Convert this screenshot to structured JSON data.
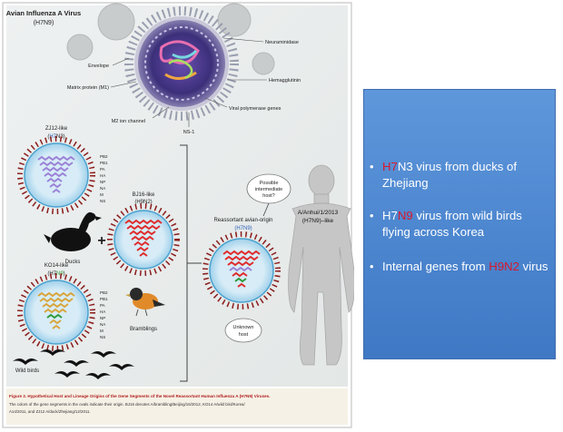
{
  "figure": {
    "title_line1": "Avian Influenza A Virus",
    "title_line2": "(H7N9)",
    "virion_labels": {
      "neuraminidase": "Neuraminidase",
      "envelope": "Envelope",
      "hemagglutinin": "Hemagglutinin",
      "matrix_protein": "Matrix protein (M1)",
      "m2_ion_channel": "M2 ion channel",
      "viral_polymerase_genes": "Viral polymerase genes",
      "ns1": "NS-1"
    },
    "zj12_line1": "ZJ12-like",
    "zj12_line2_pre": "(",
    "zj12_line2_h": "H7",
    "zj12_line2_n": "N3",
    "zj12_line2_post": ")",
    "gene_labels": [
      "PB2",
      "PB1",
      "PA",
      "HA",
      "NP",
      "NA",
      "M",
      "NS"
    ],
    "ducks": "Ducks",
    "bj16_line1": "BJ16-like",
    "bj16_line2": "(H9N2)",
    "plus": "+",
    "ko14_line1": "KO14-like",
    "ko14_line2_pre": "(",
    "ko14_line2_h": "H7",
    "ko14_line2_n": "N9",
    "ko14_line2_post": ")",
    "bramblings": "Bramblings",
    "wild_birds": "Wild birds",
    "reassortant_line1": "Reassortant avian-origin",
    "reassortant_line2": "(H7N9)",
    "possible_host_lines": [
      "Possible",
      "intermediate",
      "host?"
    ],
    "anhui_line1": "A/Anhui/1/2013",
    "anhui_line2": "(H7N9)–like",
    "unknown_host_lines": [
      "Unknown",
      "host"
    ],
    "caption_title": "Figure 2. Hypothetical Host and Lineage Origins of the Gene Segments of the Novel Reassortant Human Influenza A (H7N9) Viruses.",
    "caption_lines": [
      "The colors of the gene segments in the ovals indicate their origin. BJ16 denotes A/brambling/Beijing/16/2012, KO14 A/wild bird/Korea/",
      "A14/2011, and ZJ12 A/duck/Zhejiang/12/2011."
    ]
  },
  "panel": {
    "bullets": [
      {
        "pre": "",
        "red": "H7",
        "post": "N3 virus from ducks of Zhejiang"
      },
      {
        "pre": "H7",
        "red": "N9",
        "post": " virus from wild birds flying across Korea"
      },
      {
        "pre": "Internal genes from ",
        "red": "H9N2",
        "post": " virus"
      }
    ]
  },
  "colors": {
    "panel_blue": "#4f89d2",
    "accent_red": "#d9182c",
    "zj12_segment": "#9b82d6",
    "bj16_segment": "#e02b2b",
    "ko14_yellow": "#d9a53c",
    "ko14_green": "#2e9b3a",
    "spike_red": "#8a1c1c"
  }
}
